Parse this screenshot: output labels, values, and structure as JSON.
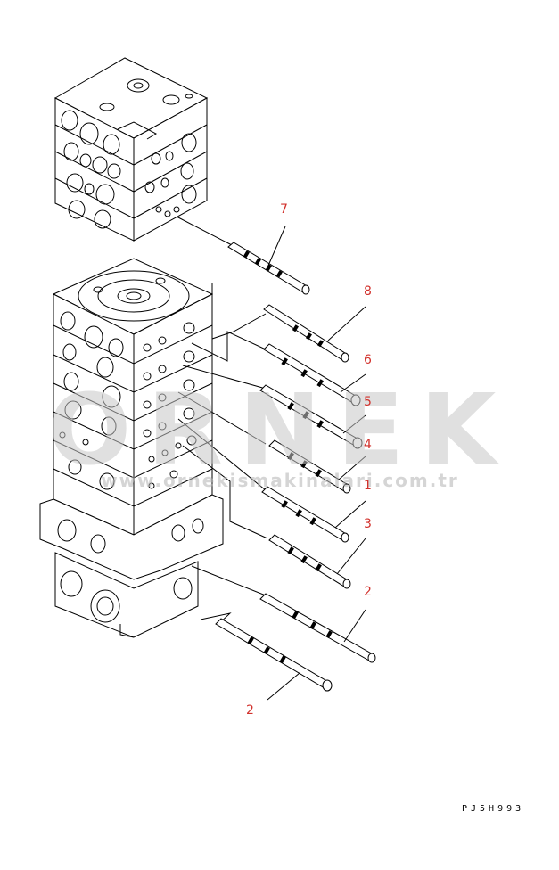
{
  "callouts": [
    "7",
    "8",
    "6",
    "5",
    "4",
    "1",
    "3",
    "2",
    "2"
  ],
  "drawing_code": "PJ5H993",
  "watermark": {
    "logo_text": "ORNEK",
    "url_text": "www.ornekismakinalari.com.tr",
    "color": "#c8c8c8"
  },
  "colors": {
    "callout": "#d2322d",
    "line": "#000000",
    "watermark": "#c8c8c8"
  }
}
